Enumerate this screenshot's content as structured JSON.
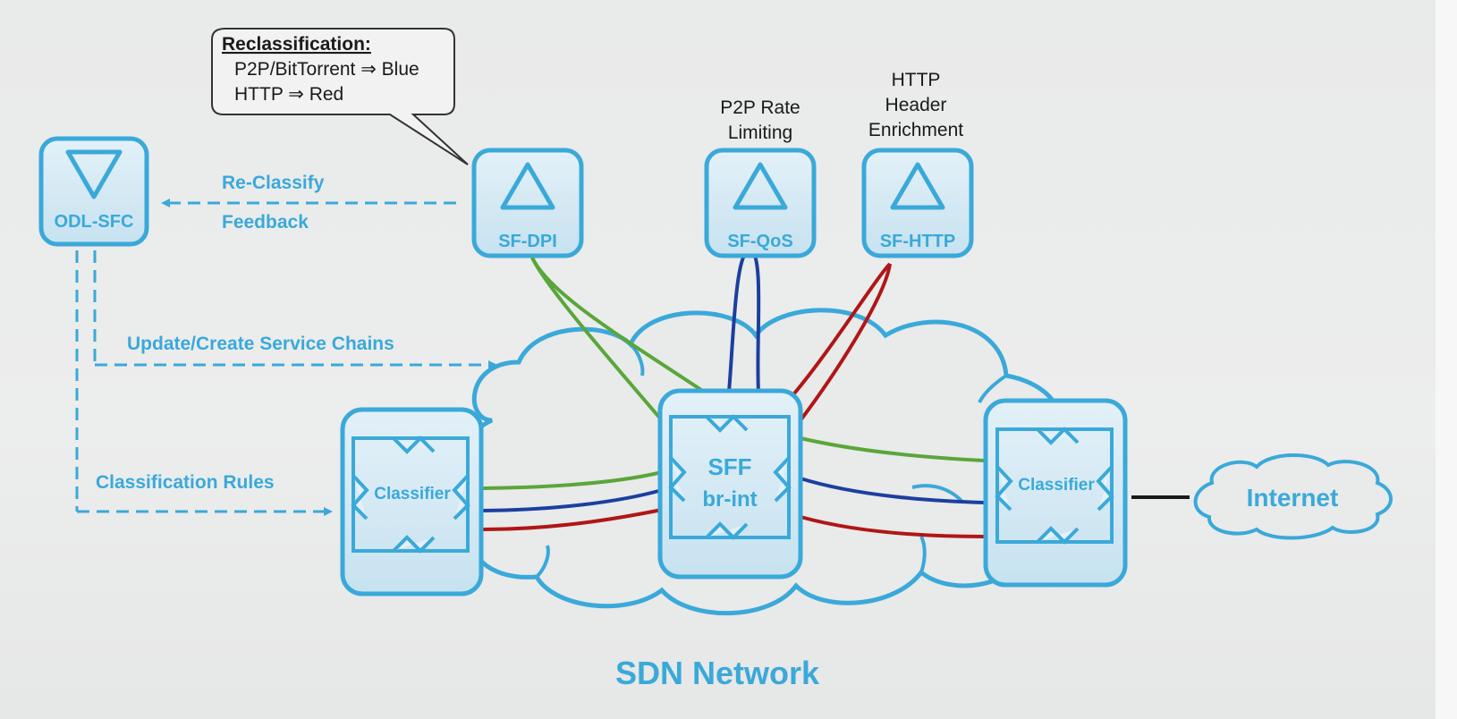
{
  "callout": {
    "title": "Reclassification:",
    "line1": "P2P/BitTorrent ⇒ Blue",
    "line2": "HTTP ⇒ Red"
  },
  "controller": {
    "label": "ODL-SFC"
  },
  "service_functions": [
    {
      "label": "SF-DPI",
      "caption_lines": []
    },
    {
      "label": "SF-QoS",
      "caption_lines": [
        "P2P Rate",
        "Limiting"
      ]
    },
    {
      "label": "SF-HTTP",
      "caption_lines": [
        "HTTP",
        "Header",
        "Enrichment"
      ]
    }
  ],
  "arrows": {
    "reclassify_line1": "Re-Classify",
    "reclassify_line2": "Feedback",
    "update_chains": "Update/Create Service Chains",
    "classification_rules": "Classification Rules"
  },
  "nodes": {
    "classifier_left": "Classifier",
    "sff_line1": "SFF",
    "sff_line2": "br-int",
    "classifier_right": "Classifier"
  },
  "internet": {
    "label": "Internet"
  },
  "network": {
    "label": "SDN Network"
  },
  "colors": {
    "accent": "#3aa9d9",
    "chain_green": "#5aa63a",
    "chain_blue": "#1c3f9e",
    "chain_red": "#b01616"
  }
}
